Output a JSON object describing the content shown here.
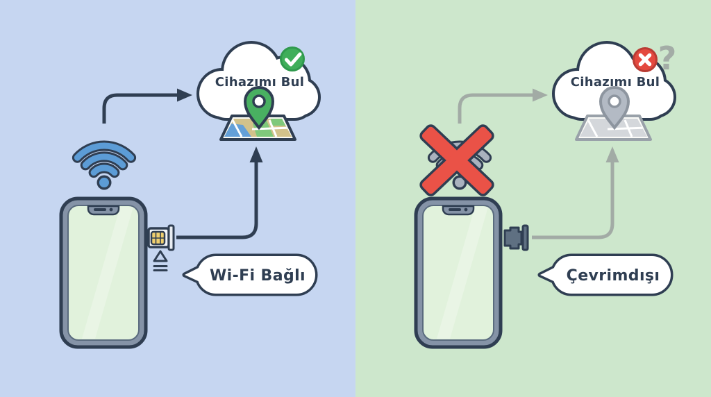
{
  "online": {
    "cloud_label": "Cihazımı Bul",
    "bubble_label": "Wi-Fi Bağlı",
    "status_icon": "check-badge",
    "bg_color": "#C6D6F1",
    "accent_color": "#3FAE5A",
    "wifi_color": "#5C9CD6"
  },
  "offline": {
    "cloud_label": "Cihazımı Bul",
    "bubble_label": "Çevrimdışı",
    "status_icon": "x-badge",
    "question_mark": "?",
    "bg_color": "#CDE7CC",
    "accent_color": "#E4493F",
    "disabled_gray": "#A9B2BE"
  },
  "shared": {
    "outline_color": "#2F3E52",
    "screen_color": "#E1F2DC",
    "phone_body_color": "#8593A7",
    "sim_chip_color": "#EFCF6E"
  }
}
